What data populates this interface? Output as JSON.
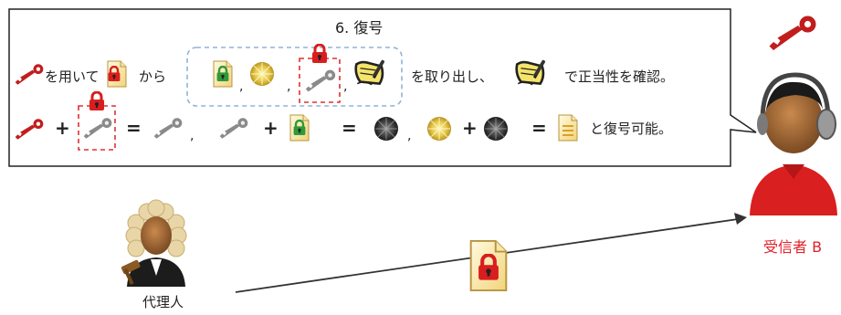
{
  "box": {
    "title": "6. 復号",
    "line1": {
      "text_use": "を用いて",
      "text_from": "から",
      "text_extract": "を取り出し、",
      "text_verify": "で正当性を確認。"
    },
    "line2": {
      "plus_1": "+",
      "eq_1": "=",
      "comma_1": ",",
      "plus_2": "+",
      "eq_2": "=",
      "comma_2": ",",
      "plus_3": "+",
      "eq_3": "=",
      "text_result": "と復号可能。"
    },
    "commas_line1": [
      ",",
      ",",
      ","
    ]
  },
  "actors": {
    "proxy_label": "代理人",
    "receiver_label": "受信者 B"
  },
  "colors": {
    "red_key": "#c21d1d",
    "lock_red": "#d81e1e",
    "lock_green": "#2e9a3a",
    "dash_blue": "#8fb3d6",
    "dash_red": "#e03030",
    "receiver_text": "#e0202a",
    "arrow": "#333333"
  }
}
